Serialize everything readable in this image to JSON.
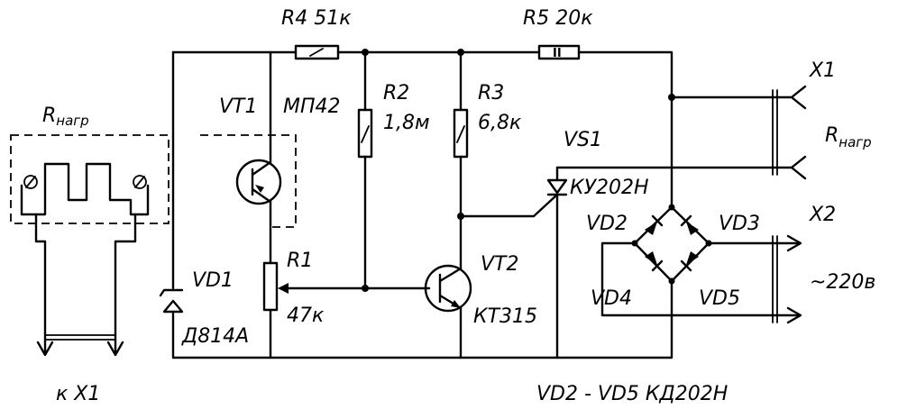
{
  "labels": {
    "r4": "R4 51к",
    "r5": "R5 20к",
    "r5_mark": "II",
    "r2": "R2",
    "r2_val": "1,8м",
    "r3": "R3",
    "r3_val": "6,8к",
    "vt1": "VT1",
    "vt1_type": "МП42",
    "vt2": "VT2",
    "vt2_type": "КТ315",
    "r1": "R1",
    "r1_val": "47к",
    "vd1": "VD1",
    "vd1_type": "Д814А",
    "vs1": "VS1",
    "vs1_type": "КУ202Н",
    "vd2": "VD2",
    "vd3": "VD3",
    "vd4": "VD4",
    "vd5": "VD5",
    "x1": "X1",
    "x2": "X2",
    "load_right": "R",
    "load_right_sub": "нагр",
    "load_left": "R",
    "load_left_sub": "нагр",
    "mains": "~220в",
    "to_x1": "к X1",
    "diode_note": "VD2 - VD5  КД202Н"
  }
}
